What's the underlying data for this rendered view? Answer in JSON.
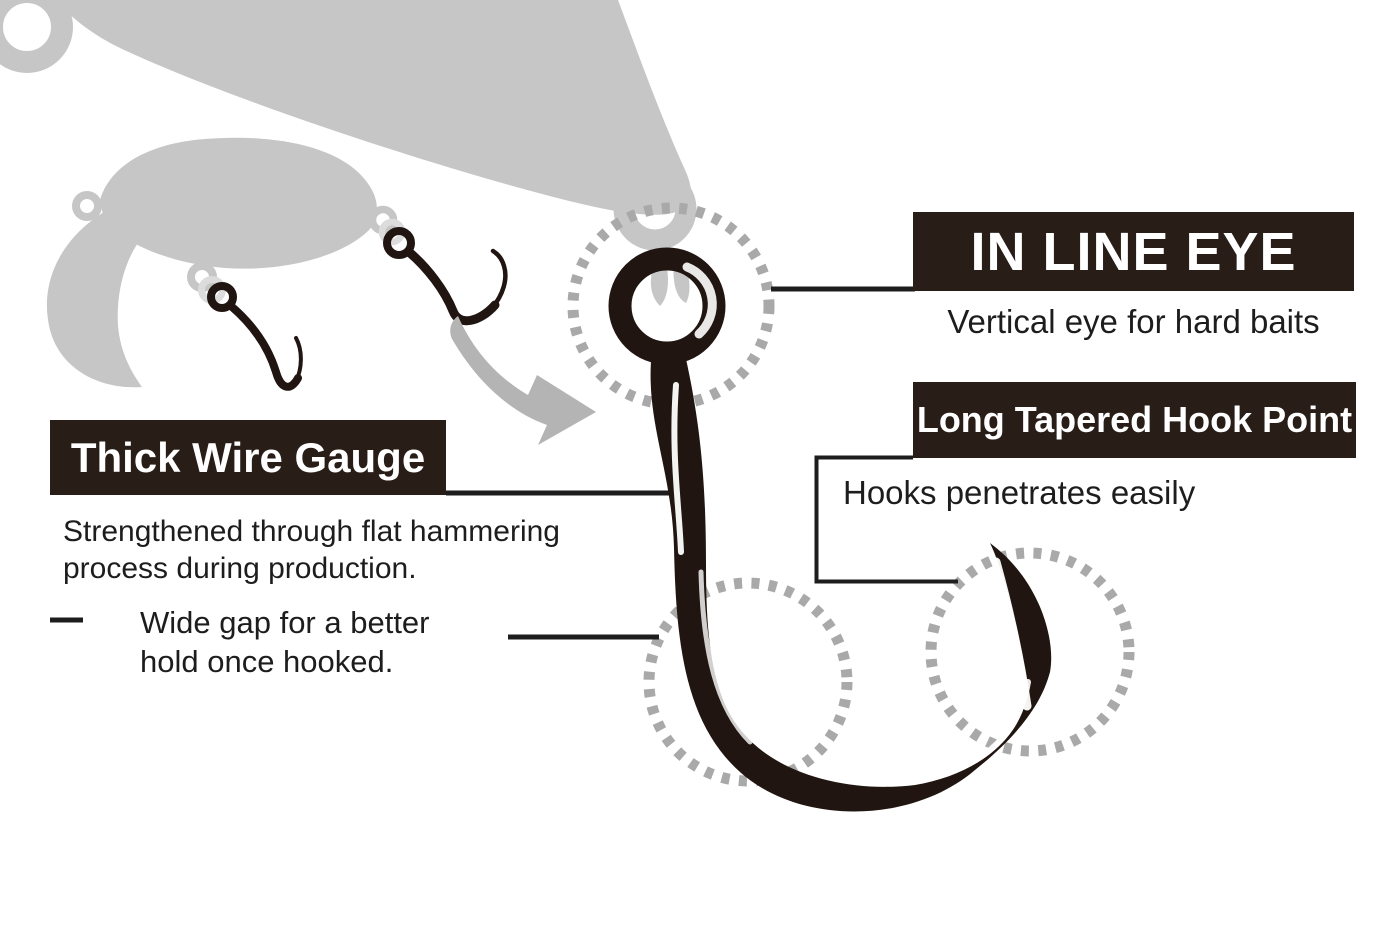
{
  "callouts": {
    "inline_eye": {
      "title": "IN LINE EYE",
      "subtitle": "Vertical eye for hard baits"
    },
    "hook_point": {
      "title": "Long Tapered Hook Point",
      "subtitle": "Hooks penetrates easily"
    },
    "wire_gauge": {
      "title": "Thick Wire Gauge",
      "line1": "Strengthened through flat hammering",
      "line2": "process during production."
    },
    "wide_gap": {
      "line1": "Wide gap for a better",
      "line2": "hold once hooked."
    }
  },
  "colors": {
    "background": "#ffffff",
    "label_box_bg": "#281d17",
    "label_box_text": "#ffffff",
    "body_text": "#1d1d1d",
    "hook_black": "#201510",
    "silhouette_gray": "#c6c6c6",
    "link_gray": "#dcdcdc",
    "arrow_gray": "#b4b4b4",
    "dotted_circle_gray": "#a9a9a9"
  },
  "graphics": {
    "icons": [
      "lure-silhouette",
      "crankbait-silhouette",
      "small-inline-hook",
      "curved-arrow-icon",
      "dotted-highlight-circle",
      "main-hook"
    ]
  }
}
